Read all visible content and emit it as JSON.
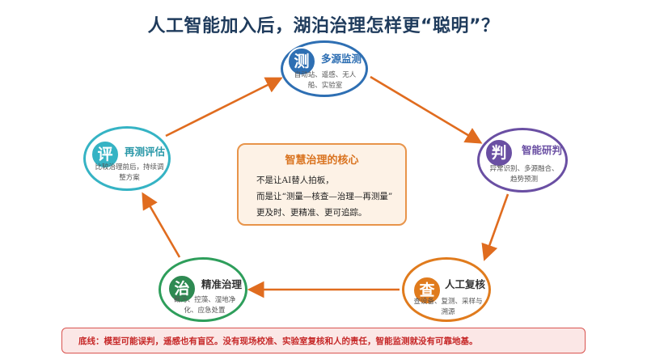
{
  "title": "人工智能加入后，湖泊治理怎样更“聪明”？",
  "nodes": {
    "monitor": {
      "badge": "测",
      "title": "多源监测",
      "desc": "自动站、遥感、无人船、实验室"
    },
    "judge": {
      "badge": "判",
      "title": "智能研判",
      "desc": "异常识别、多源融合、趋势预测"
    },
    "check": {
      "badge": "查",
      "title": "人工复核",
      "desc": "查设备、复测、采样与溯源"
    },
    "govern": {
      "badge": "治",
      "title": "精准治理",
      "desc": "截污、控藻、湿地净化、应急处置"
    },
    "eval": {
      "badge": "评",
      "title": "再测评估",
      "desc": "比较治理前后，持续调整方案"
    }
  },
  "core": {
    "title": "智慧治理的核心",
    "line1": "不是让AI替人拍板，",
    "line2": "而是让“测量—核查—治理—再测量”",
    "line3": "更及时、更精准、更可追踪。"
  },
  "banner": "底线：模型可能误判，遥感也有盲区。没有现场校准、实验室复核和人的责任，智能监测就没有可靠地基。",
  "colors": {
    "arrow": "#e06c1f",
    "monitor": "#2e6fb3",
    "judge": "#6a4fa3",
    "check": "#e07b1d",
    "govern": "#2e9e5b",
    "eval": "#35b3c4"
  }
}
